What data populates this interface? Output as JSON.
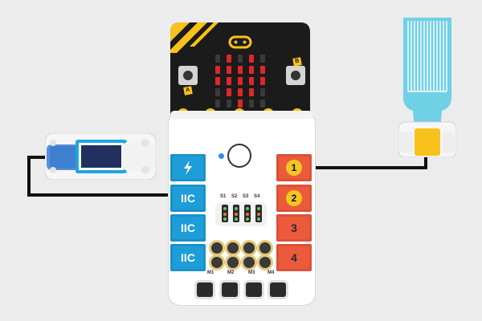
{
  "board": {
    "power_icon": "lightning-icon",
    "left_ports": [
      "IIC",
      "IIC",
      "IIC"
    ],
    "right_ports": [
      {
        "badge": "1",
        "label": ""
      },
      {
        "badge": "2",
        "label": ""
      },
      {
        "label": "3"
      },
      {
        "label": "4"
      }
    ],
    "switch_labels": [
      "S1",
      "S2",
      "S3",
      "S4"
    ],
    "motor_labels": [
      "M1",
      "M2",
      "M3",
      "M4"
    ]
  },
  "microbit": {
    "button_a": "A",
    "button_b": "B",
    "led_pattern": [
      [
        0,
        1,
        0,
        1,
        0
      ],
      [
        1,
        1,
        1,
        1,
        1
      ],
      [
        1,
        1,
        1,
        1,
        1
      ],
      [
        0,
        1,
        1,
        1,
        0
      ],
      [
        0,
        0,
        1,
        0,
        0
      ]
    ],
    "led_color": "#e0262a"
  },
  "colors": {
    "iic_blue": "#1e9ed9",
    "port_red": "#ec5a3c",
    "badge_yellow": "#f5c623",
    "pcb_black": "#1b1b1b",
    "sensor_cyan": "#6fd0e6",
    "connector_yellow": "#f7c21b"
  }
}
